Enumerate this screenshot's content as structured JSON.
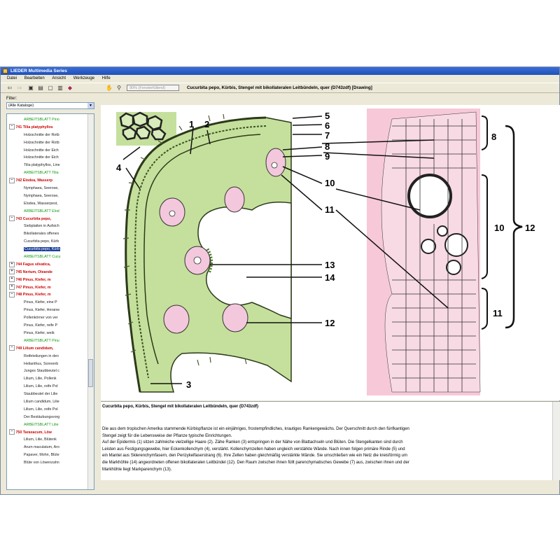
{
  "window": {
    "title": "LIEDER Multimedia Series"
  },
  "menu": [
    "Datei",
    "Bearbeiten",
    "Ansicht",
    "Werkzeuge",
    "Hilfe"
  ],
  "toolbar": {
    "zoom_value": "90% (Fensterfüllend)",
    "title": "Cucurbita pepo, Kürbis, Stengel mit bikollateralen Leitbündeln, quer (D743zdf) [Drawing]"
  },
  "sidebar": {
    "filter_label": "Filter:",
    "filter_value": "(Alle Kataloge)",
    "tree": [
      {
        "type": "ws",
        "text": "ARBEITSBLATT Pino"
      },
      {
        "type": "cat",
        "text": "741 Tilia platyphyllos",
        "exp": "−"
      },
      {
        "type": "item",
        "text": "Holzschnitte der Rotb"
      },
      {
        "type": "item",
        "text": "Holzschnitte der Rotb"
      },
      {
        "type": "item",
        "text": "Holzschnitte der Eich"
      },
      {
        "type": "item",
        "text": "Holzschnitte der Eich"
      },
      {
        "type": "item",
        "text": "Tilia platyphyllos, Line"
      },
      {
        "type": "ws",
        "text": "ARBEITSBLATT Tilia"
      },
      {
        "type": "cat",
        "text": "742 Elodea, Wasserp",
        "exp": "−"
      },
      {
        "type": "item",
        "text": "Nymphaea, Seerose,"
      },
      {
        "type": "item",
        "text": "Nymphaea, Seerose,"
      },
      {
        "type": "item",
        "text": "Elodea, Wasserpest, "
      },
      {
        "type": "ws",
        "text": "ARBEITSBLATT Elod"
      },
      {
        "type": "cat",
        "text": "743 Cucurbita pepo,",
        "exp": "−"
      },
      {
        "type": "item",
        "text": "Siebplatten in Aufsich"
      },
      {
        "type": "item",
        "text": "Bikollaterales offenes"
      },
      {
        "type": "item",
        "text": "Cucurbita pepo, Kürb"
      },
      {
        "type": "sel",
        "text": "Cucurbita pepo, Kürb"
      },
      {
        "type": "ws",
        "text": "ARBEITSBLATT Cucu"
      },
      {
        "type": "cat",
        "text": "744 Fagus silvatica,",
        "exp": "+"
      },
      {
        "type": "cat",
        "text": "745 Nerium, Oleande",
        "exp": "+"
      },
      {
        "type": "cat",
        "text": "746 Pinus, Kiefer, m",
        "exp": "+"
      },
      {
        "type": "cat",
        "text": "747 Pinus, Kiefer, m",
        "exp": "+"
      },
      {
        "type": "cat",
        "text": "748 Pinus, Kiefer, m",
        "exp": "−"
      },
      {
        "type": "item",
        "text": "Pinus, Kiefer, eine P"
      },
      {
        "type": "item",
        "text": "Pinus, Kiefer, Heranw"
      },
      {
        "type": "item",
        "text": "Pollenkörner von ver"
      },
      {
        "type": "item",
        "text": "Pinus, Kiefer, reife P"
      },
      {
        "type": "item",
        "text": "Pinus, Kiefer, weib"
      },
      {
        "type": "ws",
        "text": "ARBEITSBLATT Pinu"
      },
      {
        "type": "cat",
        "text": "749 Lilium candidum,",
        "exp": "−"
      },
      {
        "type": "item",
        "text": "Reifeteilungen in den"
      },
      {
        "type": "item",
        "text": "Helianthus, Sonnenb"
      },
      {
        "type": "item",
        "text": "Junges Staubbeutel c"
      },
      {
        "type": "item",
        "text": "Lilium, Lilie, Pollenk"
      },
      {
        "type": "item",
        "text": "Lilium, Lilie, reife Pol"
      },
      {
        "type": "item",
        "text": "Staubbeutel der Lilie"
      },
      {
        "type": "item",
        "text": "Lilium candidum, Lilie"
      },
      {
        "type": "item",
        "text": "Lilium, Lilie, reife Pol"
      },
      {
        "type": "item",
        "text": "Der Bestäubungsvorg"
      },
      {
        "type": "ws",
        "text": "ARBEITSBLATT Lilie"
      },
      {
        "type": "cat",
        "text": "750 Taraxacum, Löw",
        "exp": "−"
      },
      {
        "type": "item",
        "text": "Lilium, Lilie, Blütenk"
      },
      {
        "type": "item",
        "text": "Arum maculatum, Aro"
      },
      {
        "type": "item",
        "text": "Papaver, Mohn, Blüte"
      },
      {
        "type": "item",
        "text": "Blüte von Löwenzahn"
      }
    ]
  },
  "diagram": {
    "labels": [
      "1",
      "2",
      "3",
      "4",
      "5",
      "6",
      "7",
      "8",
      "9",
      "10",
      "11",
      "12",
      "13",
      "14"
    ],
    "detail_labels": [
      "8",
      "10",
      "11",
      "12"
    ],
    "colors": {
      "tissue": "#c5e09c",
      "pith": "#ffffff",
      "bundle": "#f3c8dc",
      "detail_bg": "#f6c8d8",
      "outline": "#2c3a1a"
    }
  },
  "text": {
    "heading": "Cucurbita pepo, Kürbis, Stengel mit bikollateralen Leitbündeln, quer (D743zdf)",
    "lines": [
      "Die aus dem tropischen Amerika stammende Kürbispflanze ist ein einjähriges, frostempfindliches, krautiges Rankengewächs. Der Querschnitt durch den fünfkantigen",
      "Stengel zeigt für die Lebensweise der Pflanze typische Einrichtungen.",
      "Auf der Epidermis (1) sitzen zahlreiche vielzellige Haare (2). Zähe Ranken (3) entspringen in der Nähe von Blattachseln und Blüten. Die Stengelkanten sind durch",
      "Leisten aus Festigungsgewebe, hier Eckenkollenchym (4), verstärkt. Kollenchymzellen haben ungleich verstärkte Wände. Nach innen folgen primäre Rinde (5) und",
      "ein Mantel aus Sklerenchymfasern, den Perizykelfaserstrang (6). Ihre Zellen haben gleichmäßig verstärkte Wände. Sie umschließen wie ein Netz die kreisförmig um",
      "die Markhöhle (14) angeordneten offenen bikollateralen Leitbündel (12). Den Raum zwischen ihnen füllt parenchymatisches Gewebe (7) aus, zwischen ihnen und der",
      "Markhöhle liegt Markparenchym (13)."
    ]
  }
}
